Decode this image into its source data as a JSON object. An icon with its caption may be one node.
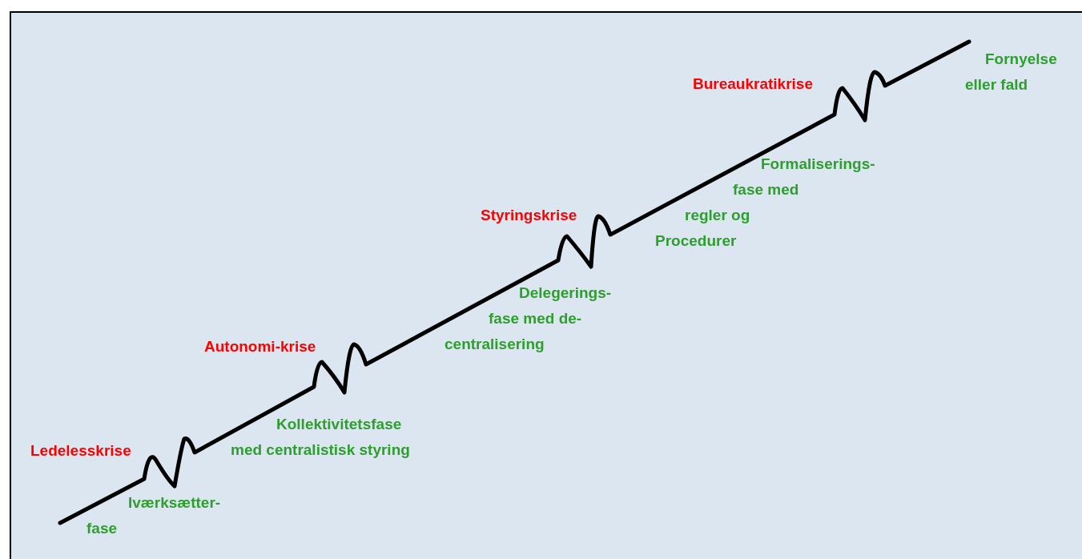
{
  "diagram": {
    "labels": [
      "Iværksætter- fase",
      "Ledelesskrise",
      "Kollektivitetsfase med centralistisk styring",
      "Autonomi-krise",
      "Delegerings- fase med de- centralisering",
      "Styringskrise",
      "Formaliserings- fase med regler og Procedurer",
      "Bureaukratikrise",
      "Fornyelse eller fald"
    ]
  }
}
